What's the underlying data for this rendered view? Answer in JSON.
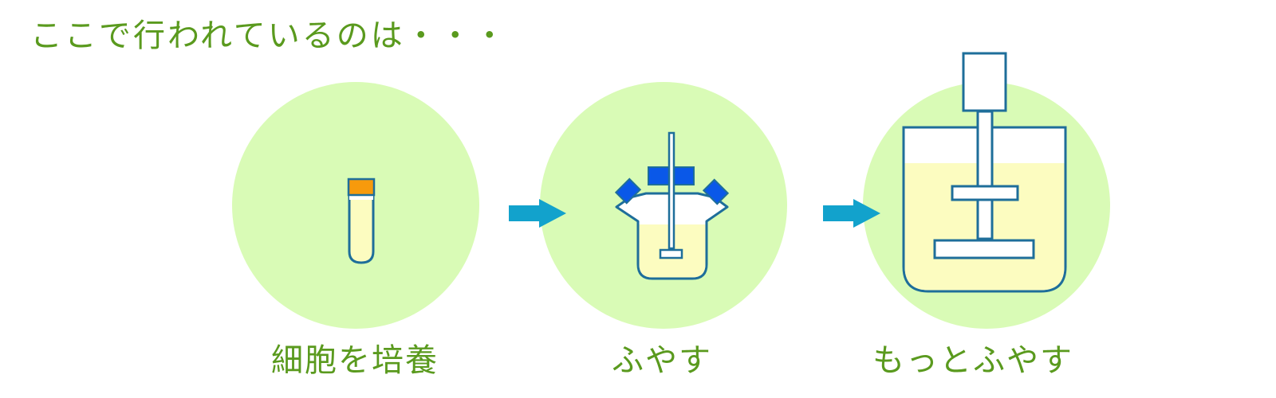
{
  "heading": "ここで行われているのは・・・",
  "steps": [
    {
      "label": "細胞を培養",
      "icon": "test-tube-icon"
    },
    {
      "label": "ふやす",
      "icon": "small-bioreactor-icon"
    },
    {
      "label": "もっとふやす",
      "icon": "large-bioreactor-icon"
    }
  ],
  "colors": {
    "text": "#5a9a1e",
    "circle": "#d9fbb6",
    "outline": "#1e6e9a",
    "liquid": "#fcfcc0",
    "cap_orange": "#f79a0c",
    "port_blue": "#0a58e8",
    "arrow": "#12a2cc"
  }
}
